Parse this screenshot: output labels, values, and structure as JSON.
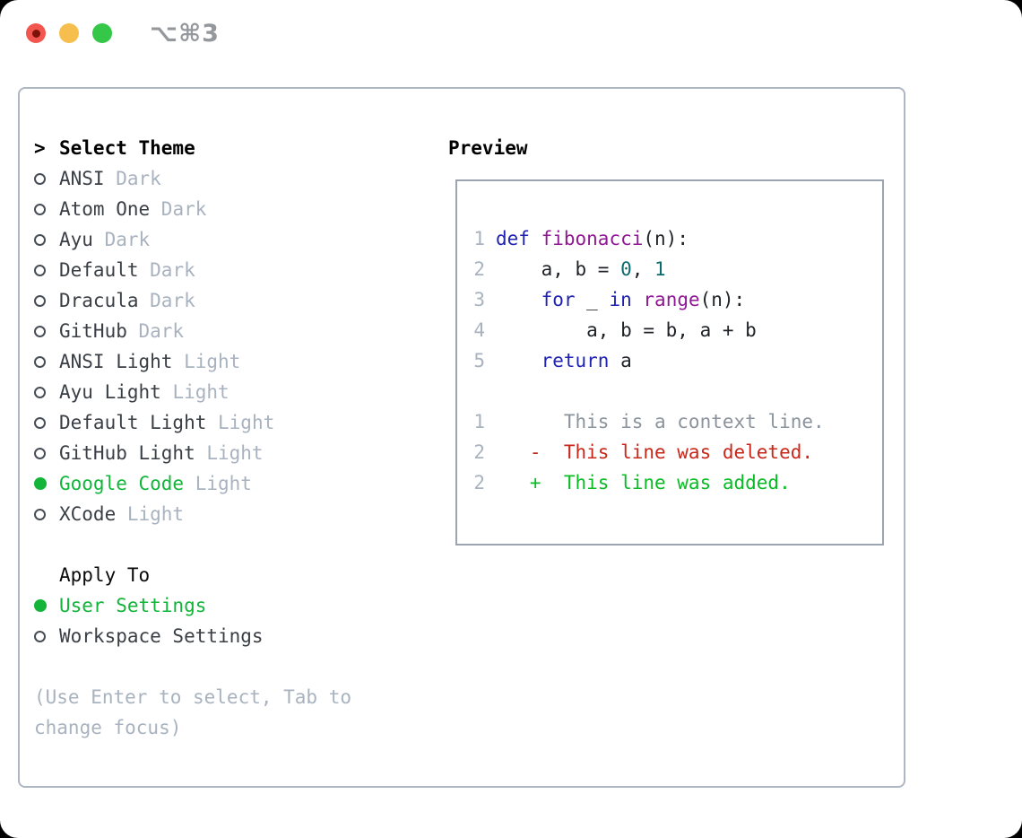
{
  "window": {
    "title": "⌥⌘3",
    "traffic_lights": [
      "close-button",
      "minimize-button",
      "maximize-button"
    ]
  },
  "colors": {
    "selected_green": "#12b53a",
    "muted_gray": "#a9b3bf",
    "panel_border": "#aeb7c1",
    "preview_border": "#9ca5af",
    "syntax_keyword": "#2022b2",
    "syntax_function": "#8f1894",
    "syntax_number": "#0a6b6e",
    "diff_deleted_red": "#c9271a",
    "diff_added_green": "#0abb26"
  },
  "theme_picker": {
    "header": {
      "prompt": ">",
      "label": "Select Theme"
    },
    "themes": [
      {
        "name": "ANSI",
        "tag": "Dark",
        "selected": false
      },
      {
        "name": "Atom One",
        "tag": "Dark",
        "selected": false
      },
      {
        "name": "Ayu",
        "tag": "Dark",
        "selected": false
      },
      {
        "name": "Default",
        "tag": "Dark",
        "selected": false
      },
      {
        "name": "Dracula",
        "tag": "Dark",
        "selected": false
      },
      {
        "name": "GitHub",
        "tag": "Dark",
        "selected": false
      },
      {
        "name": "ANSI Light",
        "tag": "Light",
        "selected": false
      },
      {
        "name": "Ayu Light",
        "tag": "Light",
        "selected": false
      },
      {
        "name": "Default Light",
        "tag": "Light",
        "selected": false
      },
      {
        "name": "GitHub Light",
        "tag": "Light",
        "selected": false
      },
      {
        "name": "Google Code",
        "tag": "Light",
        "selected": true
      },
      {
        "name": "XCode",
        "tag": "Light",
        "selected": false
      }
    ],
    "apply_to": {
      "label": "Apply To",
      "options": [
        {
          "name": "User Settings",
          "selected": true
        },
        {
          "name": "Workspace Settings",
          "selected": false
        }
      ]
    },
    "help_lines": [
      "(Use Enter to select, Tab to",
      "change focus)"
    ]
  },
  "preview": {
    "label": "Preview",
    "code_lines": [
      {
        "num": "1",
        "tokens": [
          {
            "t": "def",
            "c": "kw"
          },
          {
            "t": " ",
            "c": "pl"
          },
          {
            "t": "fibonacci",
            "c": "fn"
          },
          {
            "t": "(n):",
            "c": "pl"
          }
        ]
      },
      {
        "num": "2",
        "tokens": [
          {
            "t": "    a, b = ",
            "c": "pl"
          },
          {
            "t": "0",
            "c": "num"
          },
          {
            "t": ", ",
            "c": "pl"
          },
          {
            "t": "1",
            "c": "num"
          }
        ]
      },
      {
        "num": "3",
        "tokens": [
          {
            "t": "    ",
            "c": "pl"
          },
          {
            "t": "for",
            "c": "kw"
          },
          {
            "t": " _ ",
            "c": "pl"
          },
          {
            "t": "in",
            "c": "kw"
          },
          {
            "t": " ",
            "c": "pl"
          },
          {
            "t": "range",
            "c": "fn"
          },
          {
            "t": "(n):",
            "c": "pl"
          }
        ]
      },
      {
        "num": "4",
        "tokens": [
          {
            "t": "        a, b = b, a + b",
            "c": "pl"
          }
        ]
      },
      {
        "num": "5",
        "tokens": [
          {
            "t": "    ",
            "c": "pl"
          },
          {
            "t": "return",
            "c": "kw"
          },
          {
            "t": " a",
            "c": "pl"
          }
        ]
      }
    ],
    "diff_lines": [
      {
        "num": "1",
        "type": "ctx",
        "text": "      This is a context line."
      },
      {
        "num": "2",
        "type": "del",
        "text": "   -  This line was deleted."
      },
      {
        "num": "2",
        "type": "add",
        "text": "   +  This line was added."
      }
    ]
  }
}
